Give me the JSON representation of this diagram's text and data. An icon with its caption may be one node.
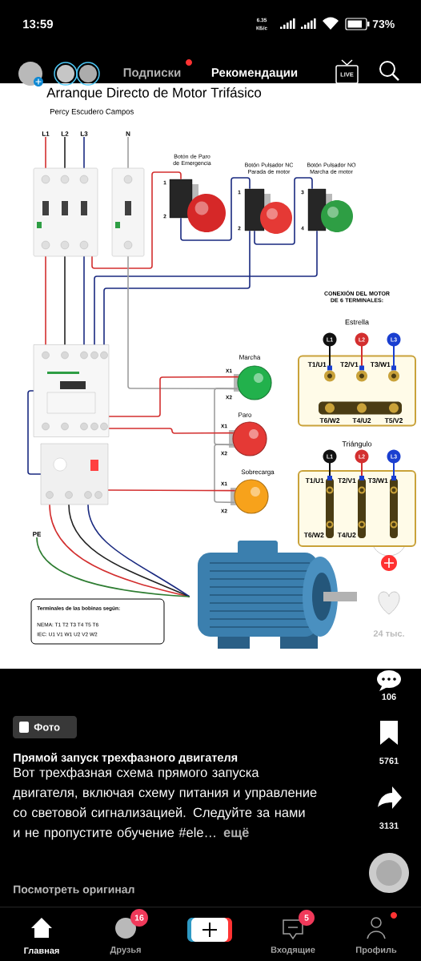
{
  "diagram": {
    "title": "Arranque Directo de Motor Trifásico",
    "nodes": [
      {
        "text": [
          "L1"
        ]
      },
      {
        "text": [
          "L2"
        ]
      },
      {
        "text": [
          "L3"
        ]
      },
      {
        "text": [
          "N"
        ]
      },
      {
        "text": [],
        "shape": "picture"
      },
      {
        "text": [],
        "shape": "picture"
      },
      {
        "text": [
          "Botón de Paro de Emergencia"
        ],
        "beside": [
          "1",
          "2"
        ]
      },
      {
        "text": [
          "Botón Pulsador NC Parada de motor"
        ],
        "beside": [
          "1",
          "2"
        ]
      },
      {
        "text": [
          "Botón Pulsador NO Marcha de motor"
        ],
        "beside": [
          "3",
          "4"
        ]
      },
      {
        "text": [],
        "shape": "picture"
      },
      {
        "text": [],
        "shape": "picture"
      },
      {
        "text": [
          "Marcha"
        ],
        "beside": [
          "X1",
          "X2"
        ]
      },
      {
        "text": [
          "Paro"
        ],
        "beside": [
          "X1",
          "X2"
        ]
      },
      {
        "text": [
          "Sobrecarga"
        ],
        "beside": [
          "X1",
          "X2"
        ]
      },
      {
        "text": [
          "PE"
        ]
      },
      {
        "text": [],
        "shape": "picture"
      },
      {
        "text": [
          "Estrella"
        ]
      },
      {
        "text": [
          "Triángulo"
        ]
      },
      {
        "text": [
          "Terminales de las bobinas según:",
          "NEMA: T1 T2 T3 T4 T5 T6",
          "IEC: U1 V1 W1 U2 V2 W2"
        ]
      }
    ],
    "edges": [
      {
        "from": 0,
        "to": 4,
        "arrow": "none",
        "color": "#d32f2f"
      },
      {
        "from": 1,
        "to": 4,
        "arrow": "none",
        "color": "#222222"
      },
      {
        "from": 2,
        "to": 4,
        "arrow": "none"
      },
      {
        "from": 3,
        "to": 5,
        "arrow": "none",
        "color": "#9e9e9e"
      },
      {
        "from": 4,
        "to": 9,
        "arrow": "none",
        "color": "#d32f2f"
      },
      {
        "from": 4,
        "to": 9,
        "arrow": "none",
        "color": "#222222"
      },
      {
        "from": 4,
        "to": 9,
        "arrow": "none"
      },
      {
        "from": 4,
        "to": 6,
        "arrow": "none",
        "color": "#d32f2f"
      },
      {
        "from": 6,
        "to": 7,
        "arrow": "none"
      },
      {
        "from": 7,
        "to": 8,
        "arrow": "none"
      },
      {
        "from": 8,
        "to": 9,
        "arrow": "none"
      },
      {
        "from": 7,
        "to": 9,
        "arrow": "none"
      },
      {
        "from": 10,
        "to": 15,
        "arrow": "none",
        "color": "#d32f2f"
      },
      {
        "from": 10,
        "to": 15,
        "arrow": "none",
        "color": "#222222"
      },
      {
        "from": 10,
        "to": 15,
        "arrow": "none"
      },
      {
        "from": 14,
        "to": 15,
        "arrow": "none",
        "color": "#2e7d32"
      },
      {
        "from": 5,
        "to": 11,
        "arrow": "none",
        "color": "#9e9e9e"
      },
      {
        "from": 11,
        "to": 12,
        "arrow": "none",
        "color": "#9e9e9e"
      },
      {
        "from": 12,
        "to": 13,
        "arrow": "none",
        "color": "#9e9e9e"
      },
      {
        "from": 9,
        "to": 11,
        "arrow": "none",
        "color": "#d32f2f"
      },
      {
        "from": 9,
        "to": 12,
        "arrow": "none",
        "color": "#d32f2f"
      },
      {
        "from": 10,
        "to": 13,
        "arrow": "none",
        "color": "#d32f2f"
      },
      {
        "from": 10,
        "to": 9,
        "arrow": "none"
      }
    ],
    "labels": [
      "13:59",
      "6.35",
      "КБ/с",
      "73%",
      "Подписки",
      "Рекомендации",
      "LIVE",
      "Percy Escudero Campos",
      "CONEXIÓN DEL MOTOR DE 6 TERMINALES:",
      "L1",
      "L2",
      "L3",
      "T1/U1",
      "T2/V1",
      "T3/W1",
      "T6/W2",
      "T4/U2",
      "T5/V2",
      "L1",
      "L2",
      "L3",
      "T1/U1",
      "T2/V1",
      "T3/W1",
      "T6/W2",
      "T4/U2",
      "24 тыс.",
      "106",
      "Фото",
      "5761",
      "Прямой запуск трехфазного двигателя",
      "Вот трехфазная схема прямого запуска двигателя, включая схему питания и управление со световой сигнализацией. Следуйте за нами и не пропустите обучение #ele…",
      "3131",
      "ещё",
      "Посмотреть оригинал",
      "16",
      "5",
      "Главная",
      "Друзья",
      "Входящие",
      "Профиль"
    ]
  }
}
